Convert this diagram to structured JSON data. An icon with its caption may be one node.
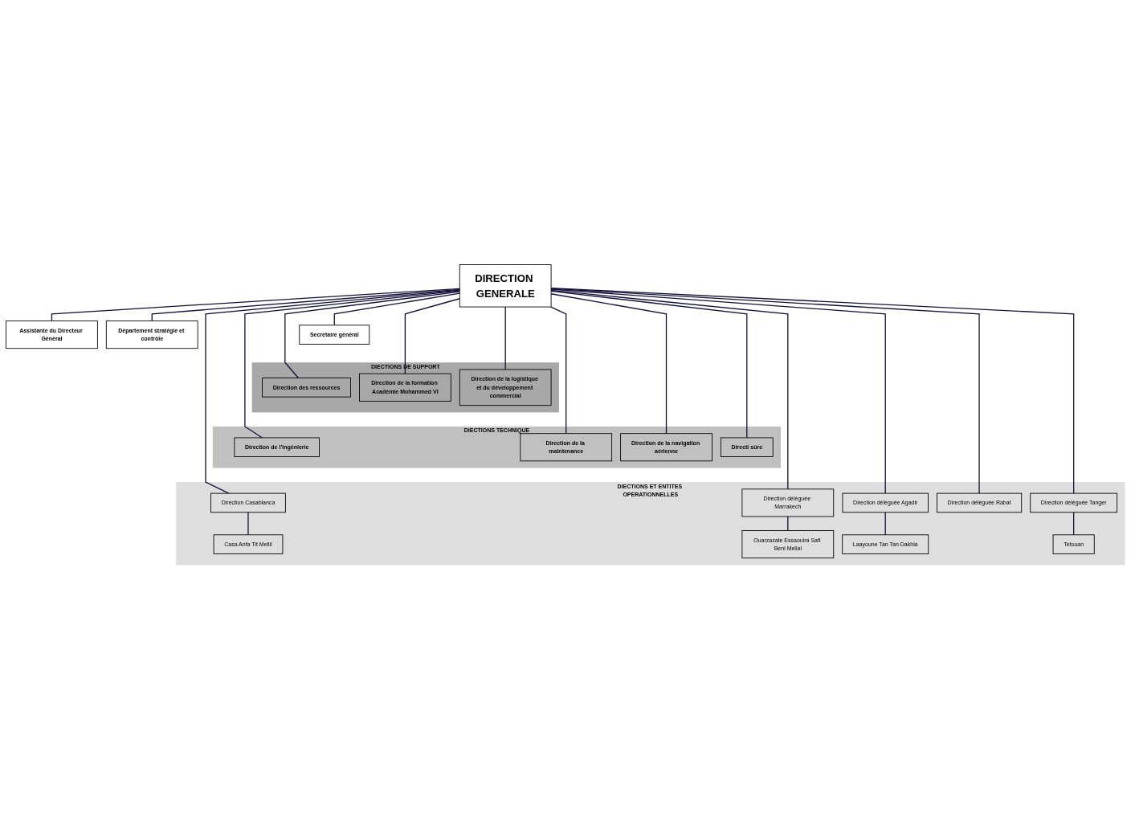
{
  "diagram": {
    "nodes": [
      {
        "text": [
          "DIRECTION GENERALE"
        ]
      },
      {
        "text": [
          "Assistante du Directeur Général"
        ]
      },
      {
        "text": [
          "Département stratégie et contrôle"
        ]
      },
      {
        "text": [
          "Secrétaire général"
        ]
      },
      {
        "text": [
          "DIECTIONS DE SUPPORT"
        ]
      },
      {
        "text": [
          "Direction des ressources"
        ],
        "in": 4
      },
      {
        "text": [
          "Direction de la formation Académie Mohammed VI"
        ],
        "in": 4
      },
      {
        "text": [
          "Direction de la logistique et du développement commercial"
        ],
        "in": 4
      },
      {
        "text": [
          "DIECTIONS TECHNIQUE"
        ]
      },
      {
        "text": [
          "Direction de l’ingénierie"
        ],
        "in": 8
      },
      {
        "text": [
          "Direction de la maintenance"
        ],
        "in": 8
      },
      {
        "text": [
          "Direction de la navigation aérienne"
        ],
        "in": 8
      },
      {
        "text": [
          "Directi sûre"
        ],
        "in": 8
      },
      {
        "text": [
          "DIECTIONS ET ENTITES OPERATIONNELLES"
        ]
      },
      {
        "text": [
          "Direction Casablanca"
        ],
        "in": 13
      },
      {
        "text": [
          "Casa Anfa Tit Mellil"
        ],
        "in": 13
      },
      {
        "text": [
          "Direction déléguée Marrakech"
        ],
        "in": 13
      },
      {
        "text": [
          "Ouarzazate Essaouira Safi Beni Mellal"
        ],
        "in": 13
      },
      {
        "text": [
          "Direction déléguée Agadir"
        ],
        "in": 13
      },
      {
        "text": [
          "Laayoune Tan Tan Dakhla"
        ],
        "in": 13
      },
      {
        "text": [
          "Direction déléguée Rabat"
        ],
        "in": 13
      },
      {
        "text": [
          "Direction déléguée Tanger"
        ],
        "in": 13
      },
      {
        "text": [
          "Tetouan"
        ],
        "in": 13
      }
    ],
    "edges": [
      {
        "from": 0,
        "to": 1,
        "arrow": "none"
      },
      {
        "from": 0,
        "to": 2,
        "arrow": "none"
      },
      {
        "from": 0,
        "to": 3,
        "arrow": "none"
      },
      {
        "from": 0,
        "to": 5,
        "arrow": "none"
      },
      {
        "from": 0,
        "to": 6,
        "arrow": "none"
      },
      {
        "from": 0,
        "to": 7,
        "arrow": "none"
      },
      {
        "from": 0,
        "to": 9,
        "arrow": "none"
      },
      {
        "from": 0,
        "to": 10,
        "arrow": "none"
      },
      {
        "from": 0,
        "to": 11,
        "arrow": "none"
      },
      {
        "from": 0,
        "to": 12,
        "arrow": "none"
      },
      {
        "from": 0,
        "to": 14,
        "arrow": "none"
      },
      {
        "from": 0,
        "to": 16,
        "arrow": "none"
      },
      {
        "from": 0,
        "to": 18,
        "arrow": "none"
      },
      {
        "from": 0,
        "to": 20,
        "arrow": "none"
      },
      {
        "from": 0,
        "to": 21,
        "arrow": "none"
      },
      {
        "from": 14,
        "to": 15,
        "arrow": "none"
      },
      {
        "from": 16,
        "to": 17,
        "arrow": "none"
      },
      {
        "from": 18,
        "to": 19,
        "arrow": "none"
      },
      {
        "from": 21,
        "to": 22,
        "arrow": "none"
      }
    ]
  }
}
